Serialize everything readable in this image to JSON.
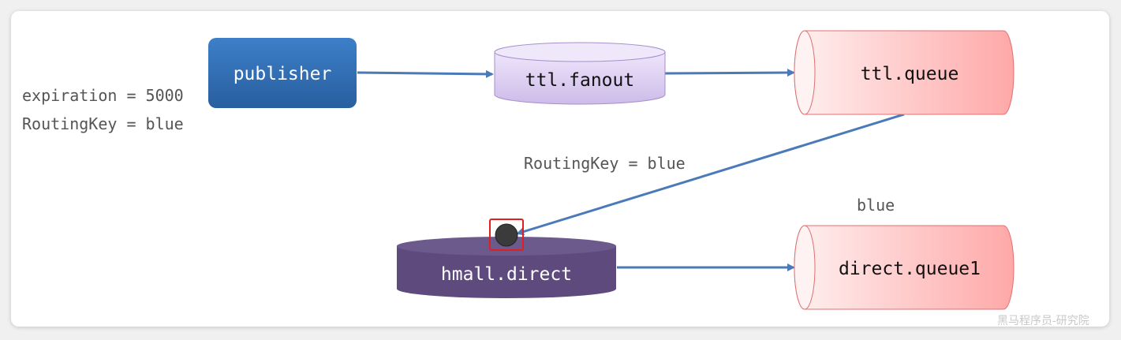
{
  "publisher": {
    "label": "publisher"
  },
  "message_props": {
    "expiration": "expiration = 5000",
    "routing_key": "RoutingKey = blue"
  },
  "ttl_exchange": {
    "label": "ttl.fanout"
  },
  "ttl_queue": {
    "label": "ttl.queue"
  },
  "dead_letter_routing": {
    "label": "RoutingKey = blue"
  },
  "direct_exchange": {
    "label": "hmall.direct"
  },
  "binding": {
    "label": "blue"
  },
  "direct_queue": {
    "label": "direct.queue1"
  },
  "watermark": {
    "text": "黑马程序员-研究院"
  },
  "colors": {
    "publisher_fill": "#2f6db2",
    "fanout_fill": "#ddd0f2",
    "queue_fill": "#ffb3b3",
    "direct_fill": "#5e4a7c",
    "arrow": "#4a7ab8",
    "highlight": "#e02020"
  }
}
